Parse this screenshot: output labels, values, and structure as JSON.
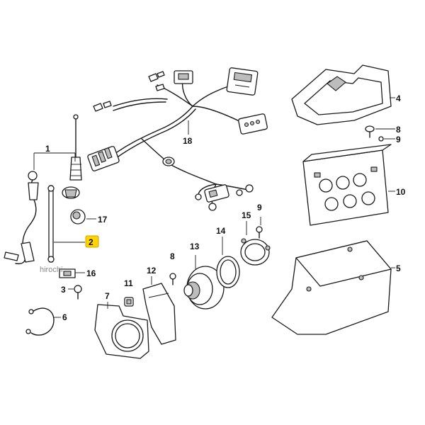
{
  "watermark": "hirochi",
  "highlight_color": "#ffd400",
  "callouts": {
    "c1": "1",
    "c2": "2",
    "c3": "3",
    "c4": "4",
    "c5": "5",
    "c6": "6",
    "c7": "7",
    "c8a": "8",
    "c8b": "8",
    "c9a": "9",
    "c9b": "9",
    "c10": "10",
    "c11": "11",
    "c12": "12",
    "c13": "13",
    "c14": "14",
    "c15": "15",
    "c16": "16",
    "c17": "17",
    "c18": "18"
  }
}
